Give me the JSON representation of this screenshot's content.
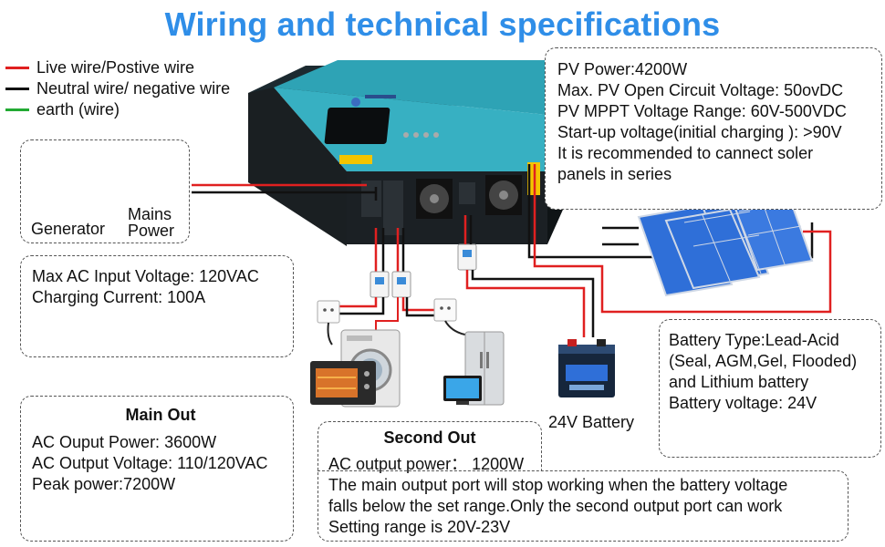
{
  "title": "Wiring and technical specifications",
  "legend": [
    {
      "label": "Live wire/Postive wire",
      "color": "#e02020"
    },
    {
      "label": "Neutral wire/ negative wire",
      "color": "#111111"
    },
    {
      "label": "earth (wire)",
      "color": "#22aa33"
    }
  ],
  "sources": {
    "generator": "Generator",
    "mains_line1": "Mains",
    "mains_line2": "Power"
  },
  "pv_box": {
    "lines": [
      "PV Power:4200W",
      "Max. PV Open Circuit Voltage: 50ovDC",
      "PV MPPT Voltage Range: 60V-500VDC",
      "Start-up voltage(initial charging ): >90V",
      "It is recommended to cannect soler",
      "panels in series"
    ]
  },
  "ac_input_box": {
    "lines": [
      "Max AC Input Voltage: 120VAC",
      "Charging Current: 100A"
    ]
  },
  "battery_box": {
    "lines": [
      "Battery Type:Lead-Acid",
      "(Seal, AGM,Gel, Flooded)",
      "and Lithium battery",
      "Battery voltage: 24V"
    ]
  },
  "battery_label": "24V Battery",
  "main_out": {
    "heading": "Main Out",
    "lines": [
      "AC Ouput Power: 3600W",
      "AC Output Voltage: 110/120VAC",
      "Peak power:7200W"
    ]
  },
  "second_out": {
    "heading": "Second Out",
    "lines": [
      "AC output power： 1200W",
      "The main output port will stop working when the battery voltage",
      "falls below the set range.Only the second output port can work",
      "Setting range is 20V-23V"
    ]
  },
  "colors": {
    "title": "#2f8ee8",
    "inverter_body": "#2a9db0",
    "panel": "#2f6fd8",
    "live": "#e02020",
    "neutral": "#111111",
    "earth": "#22aa33"
  }
}
